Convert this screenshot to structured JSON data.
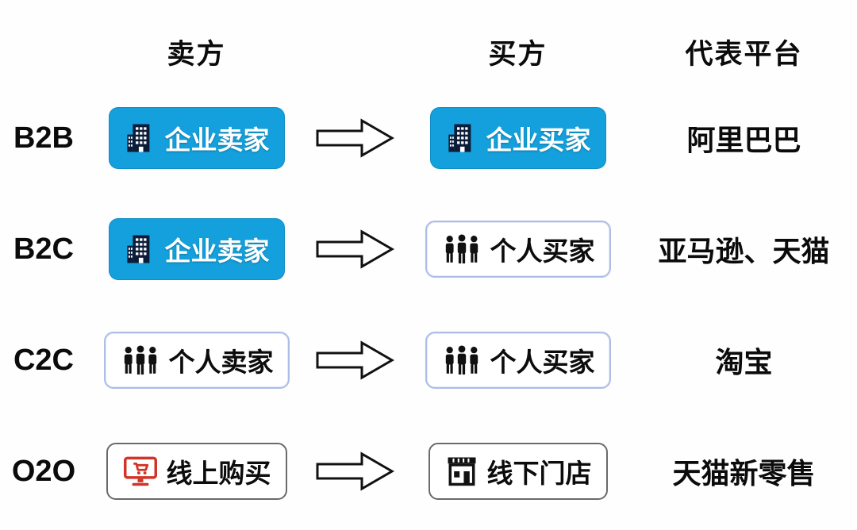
{
  "header": {
    "seller_col": "卖方",
    "buyer_col": "买方",
    "platform_col": "代表平台"
  },
  "rows": [
    {
      "model": "B2B",
      "seller": {
        "label": "企业卖家",
        "icon": "building-icon",
        "style": "blue"
      },
      "buyer": {
        "label": "企业买家",
        "icon": "building-icon",
        "style": "blue"
      },
      "platform": "阿里巴巴"
    },
    {
      "model": "B2C",
      "seller": {
        "label": "企业卖家",
        "icon": "building-icon",
        "style": "blue"
      },
      "buyer": {
        "label": "个人买家",
        "icon": "people-icon",
        "style": "outline"
      },
      "platform": "亚马逊、天猫"
    },
    {
      "model": "C2C",
      "seller": {
        "label": "个人卖家",
        "icon": "people-icon",
        "style": "outline"
      },
      "buyer": {
        "label": "个人买家",
        "icon": "people-icon",
        "style": "outline"
      },
      "platform": "淘宝"
    },
    {
      "model": "O2O",
      "seller": {
        "label": "线上购买",
        "icon": "online-shopping-icon",
        "style": "outline-dark"
      },
      "buyer": {
        "label": "线下门店",
        "icon": "storefront-icon",
        "style": "outline-dark"
      },
      "platform": "天猫新零售"
    }
  ],
  "colors": {
    "box_blue": "#14a0dc",
    "outline_light_border": "#aebde6",
    "outline_dark_border": "#6a6a6a",
    "icon_navy": "#0c1c38",
    "icon_black": "#111111",
    "icon_red": "#d03527",
    "text_dark": "#0b0b0b",
    "arrow_fill": "#ffffff",
    "arrow_stroke": "#111111"
  }
}
